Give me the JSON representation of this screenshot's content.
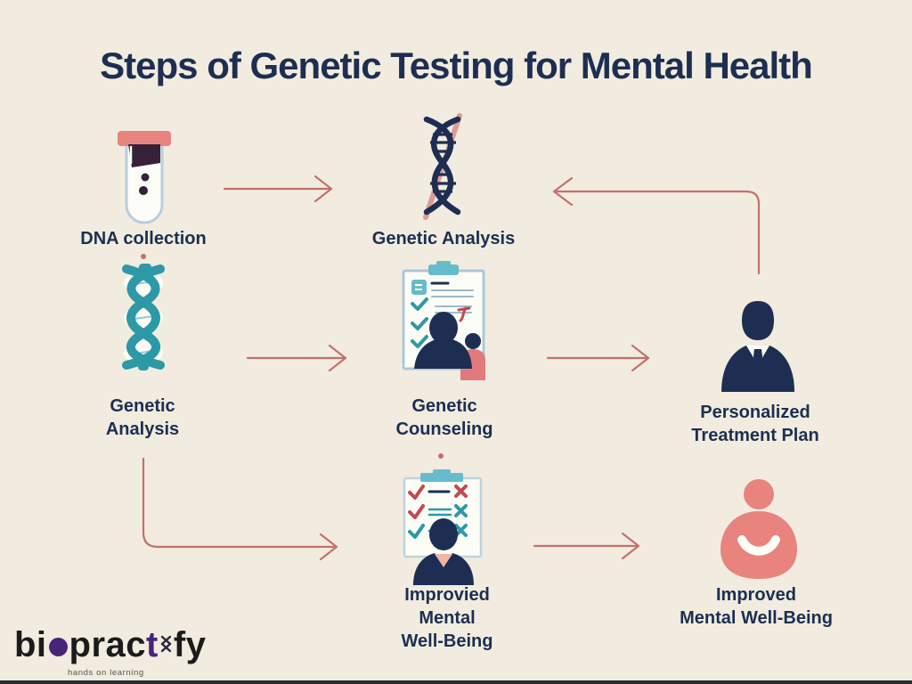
{
  "title": "Steps of Genetic Testing for Mental Health",
  "colors": {
    "bg": "#f1ecdf",
    "navy": "#1d2e52",
    "teal": "#2d99a6",
    "tealLight": "#66bccb",
    "salmon": "#e8837e",
    "salmonDeep": "#e07a7d",
    "arrow": "#c4706d",
    "red": "#c2494f",
    "darkplum": "#372139",
    "pinkline": "#d8938f",
    "logoPurple": "#47257a",
    "logoBlack": "#1b1b1b",
    "taglineGray": "#565550",
    "paper": "#fdfdf8",
    "outlineBlue": "#abc8d8",
    "bottomBar": "#2b2b31"
  },
  "steps": {
    "dna_collection": {
      "label": "DNA collection",
      "icon": "test-tube-icon"
    },
    "genetic_analysis_top": {
      "label": "Genetic Analysis",
      "icon": "dna-helix-navy-icon"
    },
    "genetic_analysis": {
      "line1": "Genetic",
      "line2": "Analysis",
      "icon": "dna-helix-teal-icon"
    },
    "genetic_counseling": {
      "line1": "Genetic",
      "line2": "Counseling",
      "icon": "counseling-clipboard-icon"
    },
    "personalized_treatment_plan": {
      "line1": "Personalized",
      "line2": "Treatment Plan",
      "icon": "businessman-icon"
    },
    "improvied_mental_wellbeing": {
      "line1": "Improvied",
      "line2": "Mental",
      "line3": "Well-Being",
      "icon": "checklist-person-icon"
    },
    "improved_mental_wellbeing": {
      "line1": "Improved",
      "line2": "Mental Well-Being",
      "icon": "happy-person-icon"
    }
  },
  "connections": [
    {
      "from": "dna_collection",
      "to": "genetic_analysis_top",
      "style": "straight-right"
    },
    {
      "from": "personalized_treatment_plan",
      "to": "genetic_analysis_top",
      "style": "elbow-up-left"
    },
    {
      "from": "genetic_analysis",
      "to": "genetic_counseling",
      "style": "straight-right"
    },
    {
      "from": "genetic_counseling",
      "to": "personalized_treatment_plan",
      "style": "straight-right"
    },
    {
      "from": "genetic_analysis",
      "to": "improvied_mental_wellbeing",
      "style": "elbow-down-right"
    },
    {
      "from": "improvied_mental_wellbeing",
      "to": "improved_mental_wellbeing",
      "style": "straight-right"
    }
  ],
  "logo": {
    "full_text": "biopractify",
    "part_bi": "bi",
    "part_prac": "prac",
    "part_t": "t",
    "part_fy": "fy",
    "tagline": "hands on learning"
  }
}
